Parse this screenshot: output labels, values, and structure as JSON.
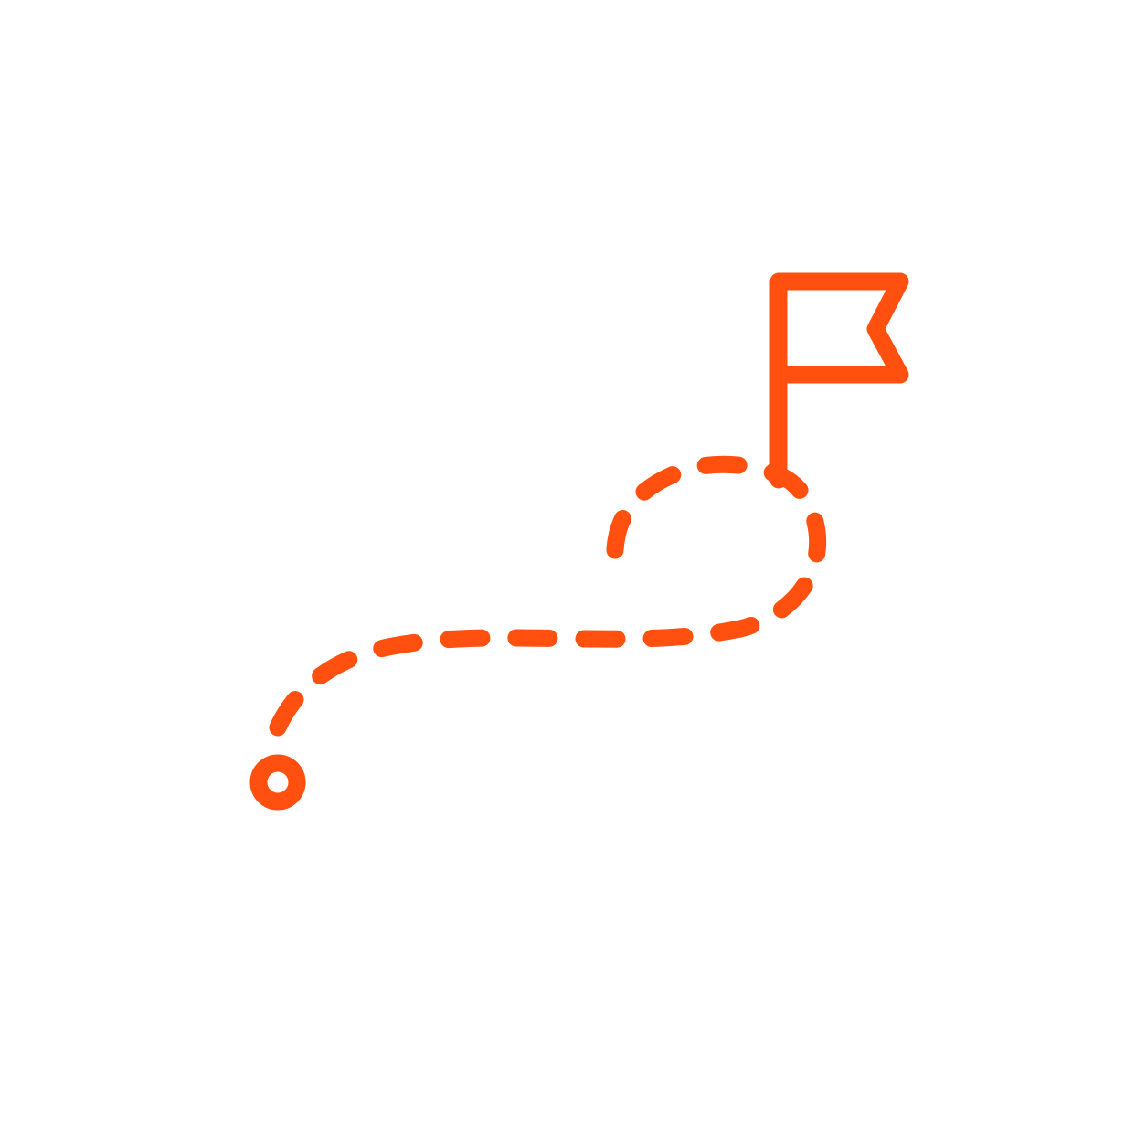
{
  "icon": {
    "name": "route-to-flag-icon",
    "parts": [
      "start-point",
      "dashed-route",
      "goal-flag"
    ]
  },
  "colors": {
    "background": "#ffffff",
    "accent": "#ff5010"
  }
}
